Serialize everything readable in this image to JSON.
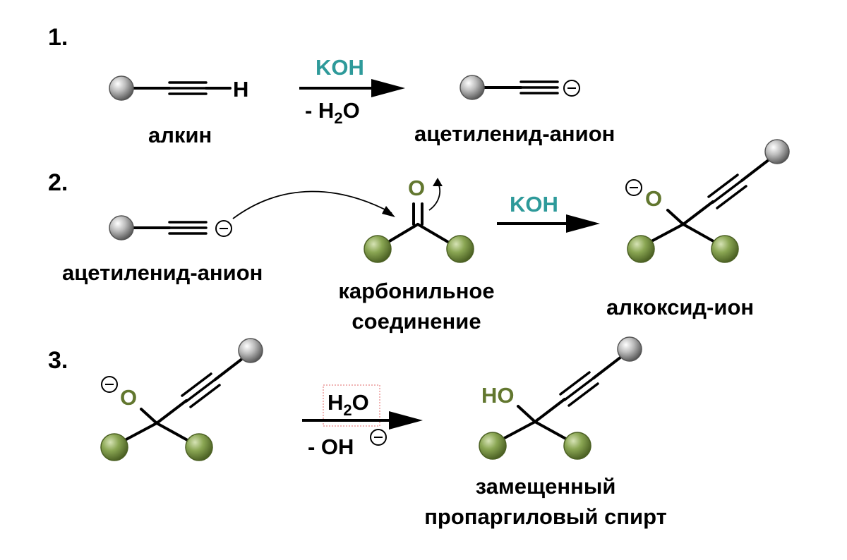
{
  "steps": {
    "s1": "1.",
    "s2": "2.",
    "s3": "3."
  },
  "labels": {
    "alkyne": "алкин",
    "acetylide1": "ацетиленид-анион",
    "acetylide2": "ацетиленид-анион",
    "carbonyl_line1": "карбонильное",
    "carbonyl_line2": "соединение",
    "alkoxide": "алкоксид-ион",
    "product_line1": "замещенный",
    "product_line2": "пропаргиловый спирт"
  },
  "reagents": {
    "r1_top": "KOH",
    "r1_bottom_prefix": "- H",
    "r1_bottom_sub": "2",
    "r1_bottom_suffix": "O",
    "r2_top": "KOH",
    "r3_top_prefix": "H",
    "r3_top_sub": "2",
    "r3_top_suffix": "O",
    "r3_bottom": "- OH"
  },
  "atoms": {
    "hydrogen": "H",
    "oxygen_carbonyl": "O",
    "oxygen_alkoxide_1": "O",
    "oxygen_alkoxide_2": "O",
    "hydroxyl": "HO"
  },
  "colors": {
    "reagent_koh": "#2e9a9a",
    "green_atom": "#62772f",
    "green_sphere": "#7d9a47",
    "gray_sphere": "#9e9e9e",
    "highlight_box": "#e06a6a"
  },
  "icons": {
    "sphere": "substituent-sphere",
    "negative_charge": "circled-minus",
    "arrow": "reaction-arrow"
  }
}
